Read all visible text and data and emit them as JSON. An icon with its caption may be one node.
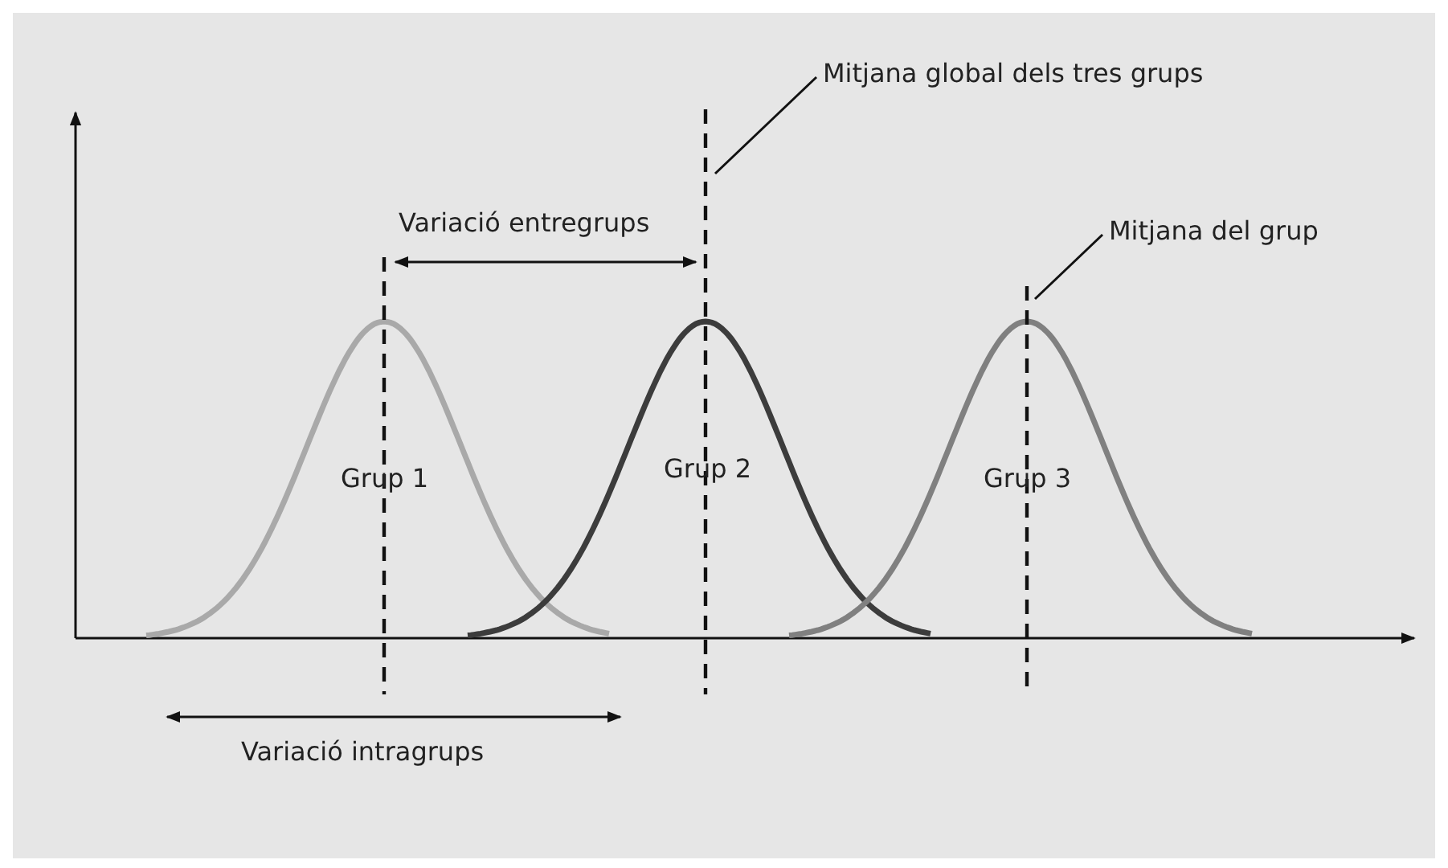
{
  "diagram": {
    "nodes": [
      {
        "text": [
          "Mitjana global dels tres grups"
        ]
      },
      {
        "text": [
          "Mitjana del grup"
        ]
      }
    ],
    "edges": [
      {
        "from": 0,
        "to": null,
        "arrow": "none"
      },
      {
        "from": 1,
        "to": null,
        "arrow": "none"
      }
    ],
    "labels": [
      "Variació entregrups",
      "Grup 1",
      "Grup 2",
      "Grup 3",
      "Variació intragrups"
    ]
  }
}
